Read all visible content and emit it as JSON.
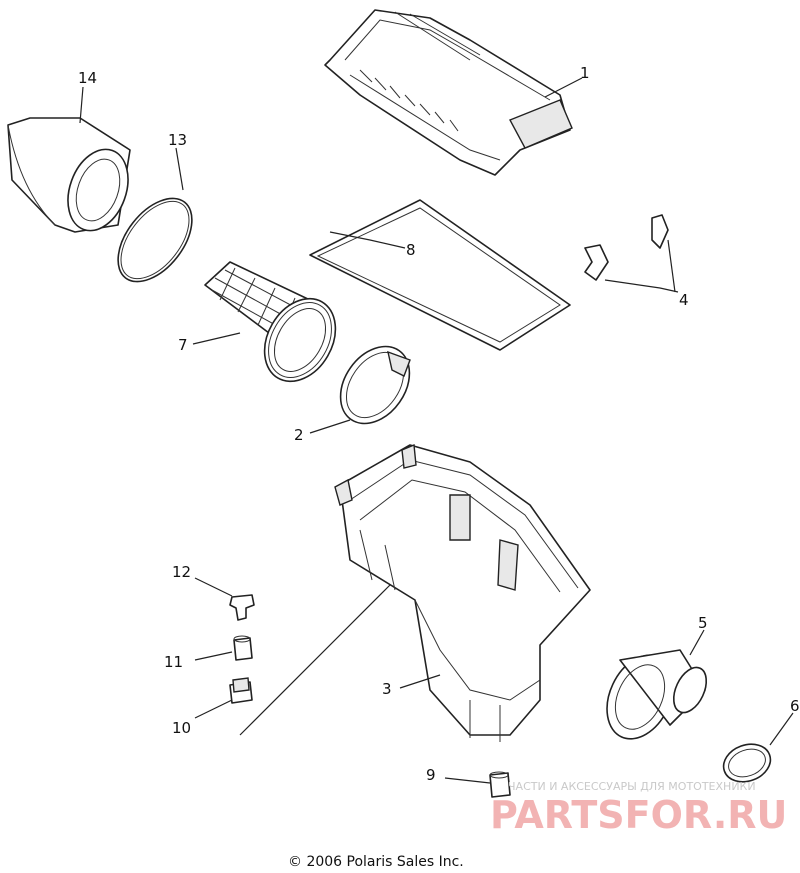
{
  "callouts": {
    "c1": "1",
    "c2": "2",
    "c3": "3",
    "c4": "4",
    "c5": "5",
    "c6": "6",
    "c7": "7",
    "c8": "8",
    "c9": "9",
    "c10": "10",
    "c11": "11",
    "c12": "12",
    "c13": "13",
    "c14": "14"
  },
  "copyright": "© 2006 Polaris Sales Inc.",
  "watermark": {
    "tagline": "ЧАСТИ И АКСЕССУАРЫ ДЛЯ МОТОТЕХНИКИ",
    "brand": "PARTSFOR.RU"
  }
}
